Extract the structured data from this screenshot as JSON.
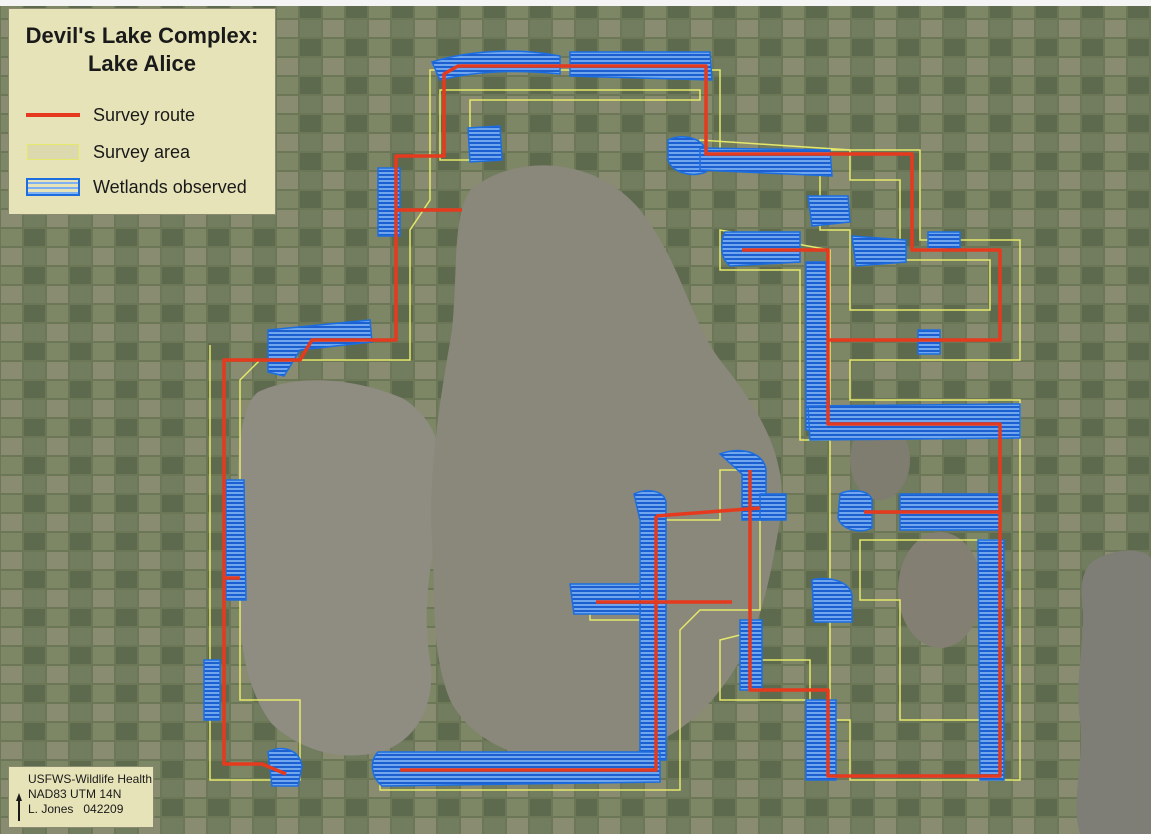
{
  "legend": {
    "title_line1": "Devil's Lake Complex:",
    "title_line2": "Lake Alice",
    "items": [
      {
        "label": "Survey route",
        "symbol": "route-line-icon"
      },
      {
        "label": "Survey area",
        "symbol": "area-box-icon"
      },
      {
        "label": "Wetlands observed",
        "symbol": "wetland-hatch-icon"
      }
    ]
  },
  "credit": {
    "line1": "USFWS-Wildlife Health",
    "line2": "NAD83 UTM 14N",
    "line3": "L. Jones   042209"
  },
  "colors": {
    "route": "#e53a1e",
    "survey_area": "#e5e86a",
    "wetland": "#1c6ee0",
    "legend_bg": "#e6e3b8",
    "lake": "#8d8a80",
    "land": "#6f7a5c"
  }
}
